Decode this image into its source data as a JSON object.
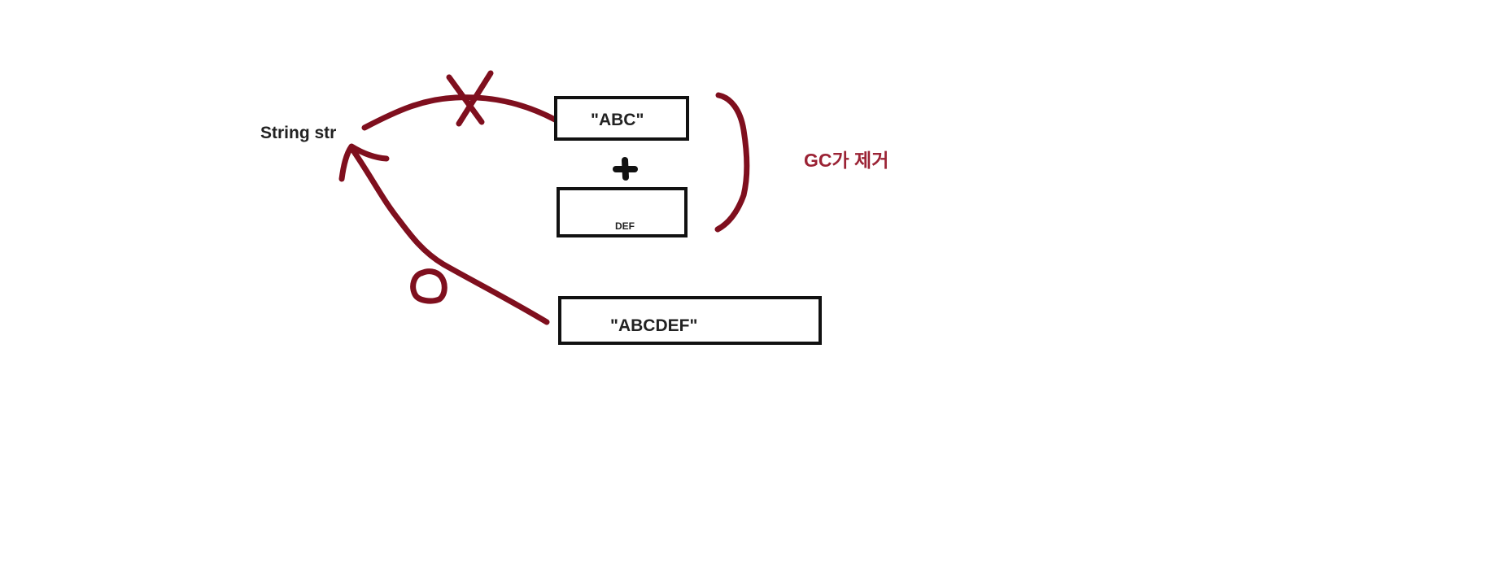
{
  "variable_label": "String str",
  "boxes": {
    "abc": "\"ABC\"",
    "def": "DEF",
    "abcdef": "\"ABCDEF\""
  },
  "gc_label": "GC가 제거",
  "colors": {
    "ink": "#111111",
    "marker": "#7f0f1e",
    "gc_text": "#9b2335"
  },
  "icons": {
    "plus": "plus-icon",
    "x_mark": "x-mark-icon",
    "o_mark": "o-mark-icon"
  }
}
